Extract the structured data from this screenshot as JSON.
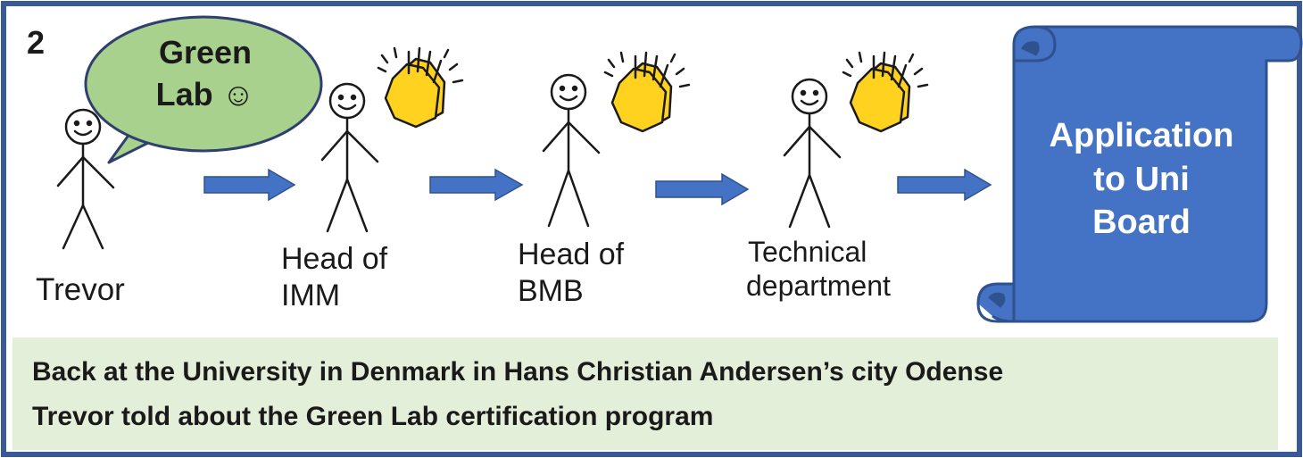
{
  "step_number": "2",
  "speech_bubble": {
    "line1": "Green",
    "line2": "Lab ☺"
  },
  "people": [
    {
      "name_lines": [
        "Trevor"
      ]
    },
    {
      "name_lines": [
        "Head of",
        "IMM"
      ]
    },
    {
      "name_lines": [
        "Head of",
        "BMB"
      ]
    },
    {
      "name_lines": [
        "Technical",
        "department"
      ]
    }
  ],
  "scroll": {
    "lines": [
      "Application",
      "to Uni",
      "Board"
    ]
  },
  "caption": {
    "line1": "Back at the University in Denmark in Hans Christian Andersen’s city Odense",
    "line2": "Trevor told about the Green Lab certification program"
  },
  "colors": {
    "frame": "#3a5998",
    "arrow": "#4472c4",
    "scroll": "#4472c4",
    "bubble": "#a9d18e",
    "caption_bg": "#e3efd9",
    "clap": "#ffd21f"
  },
  "icons": [
    "stick-figure-icon",
    "clapping-hands-icon",
    "right-arrow-icon",
    "scroll-icon",
    "smiley-icon"
  ]
}
